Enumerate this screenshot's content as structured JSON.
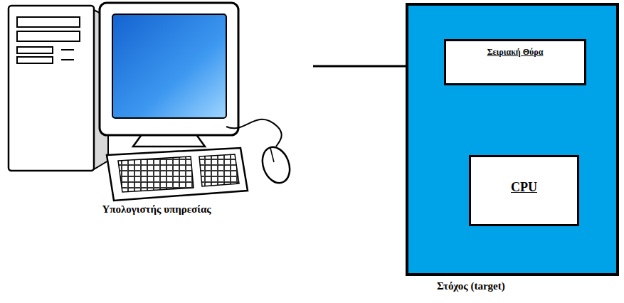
{
  "diagram": {
    "nodes": [
      {
        "text": [
          "Υπολογιστής υπηρεσίας"
        ]
      },
      {
        "text": [
          "Στόχος (target)"
        ]
      },
      {
        "text": [
          "Σειριακή Θύρα"
        ],
        "in": 1
      },
      {
        "text": [
          "CPU"
        ],
        "in": 1
      }
    ],
    "edges": [
      {
        "from": 0,
        "to": 1,
        "arrow": "none"
      }
    ]
  }
}
